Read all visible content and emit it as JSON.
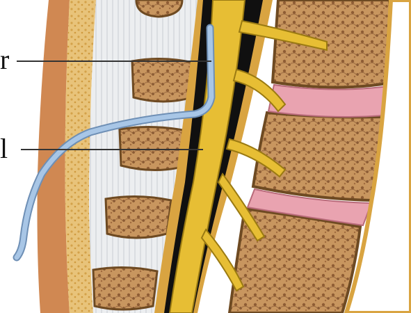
{
  "labels": {
    "top": "r",
    "bottom": "l"
  },
  "colors": {
    "background": "#ffffff",
    "skin": "#d08852",
    "fat": "#e8c37a",
    "ligament": "#e6e8ea",
    "dura": "#d9a441",
    "nerve": "#e7be34",
    "nerve_outline": "#9a7a12",
    "bone_cortex": "#b88a4a",
    "bone_marrow": "#b5835a",
    "disc": "#e9a3b0",
    "catheter": "#9fbfe0",
    "csf": "#101010",
    "leader_line": "#333333"
  },
  "icons": [
    "catheter-tube",
    "spinal-nerve",
    "vertebral-body",
    "intervertebral-disc",
    "spinous-process"
  ]
}
